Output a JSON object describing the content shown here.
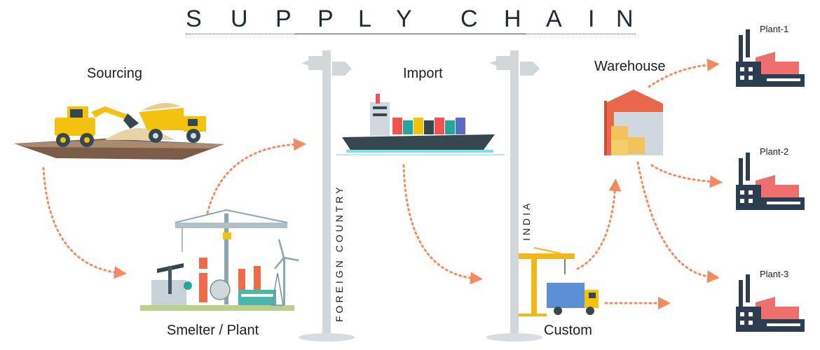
{
  "title_letters": [
    "S",
    "U",
    "P",
    "P",
    "L",
    "Y",
    "C",
    "H",
    "A",
    "I",
    "N"
  ],
  "labels": {
    "sourcing": "Sourcing",
    "smelter": "Smelter / Plant",
    "import": "Import",
    "warehouse": "Warehouse",
    "custom": "Custom",
    "foreign_country": "FOREIGN COUNTRY",
    "india": "INDIA"
  },
  "plants": [
    "Plant-1",
    "Plant-2",
    "Plant-3"
  ],
  "colors": {
    "arrow": "#f58a5e",
    "signpost": "#d3d6d9",
    "factory_dark": "#2b3d4f",
    "factory_roof": "#ef6f6f",
    "warehouse": "#e8664a",
    "boxes": "#f3c25b",
    "truck": "#f4c41b",
    "ship_hull": "#37474f",
    "crane": "#f2b819"
  },
  "icons": [
    "excavator-truck-icon",
    "refinery-plant-icon",
    "cargo-ship-icon",
    "warehouse-icon",
    "crane-truck-icon",
    "factory-icon",
    "signpost-icon"
  ]
}
